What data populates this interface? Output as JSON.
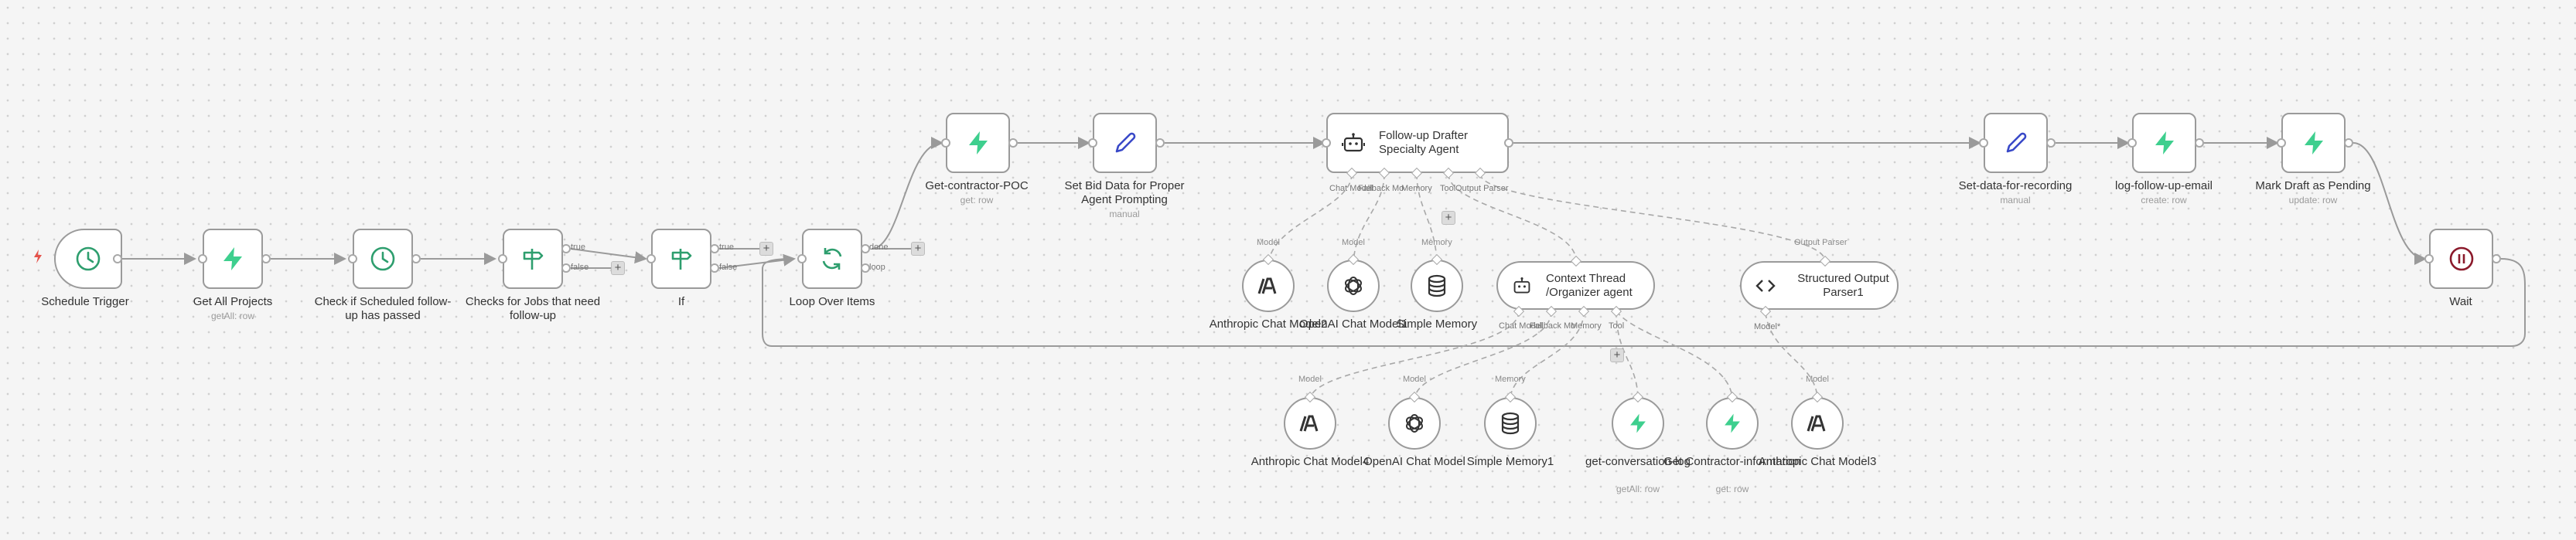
{
  "workflow": {
    "nodes": {
      "schedule_trigger": {
        "label": "Schedule Trigger"
      },
      "get_all_projects": {
        "label": "Get All Projects",
        "sub": "getAll: row"
      },
      "check_follow_up": {
        "label": "Check if Scheduled follow-up has passed"
      },
      "checks_for_jobs": {
        "label": "Checks for Jobs that need follow-up"
      },
      "if": {
        "label": "If"
      },
      "loop_over_items": {
        "label": "Loop Over Items"
      },
      "get_contractor_poc": {
        "label": "Get-contractor-POC",
        "sub": "get: row"
      },
      "set_bid_data": {
        "label": "Set Bid Data for Proper Agent Prompting",
        "sub": "manual"
      },
      "follow_up_drafter": {
        "label": "Follow-up Drafter Specialty Agent"
      },
      "set_data_for_recording": {
        "label": "Set-data-for-recording",
        "sub": "manual"
      },
      "log_follow_up_email": {
        "label": "log-follow-up-email",
        "sub": "create: row"
      },
      "mark_draft_pending": {
        "label": "Mark Draft as Pending",
        "sub": "update: row"
      },
      "wait": {
        "label": "Wait"
      },
      "anthropic_chat_model2": {
        "label": "Anthropic Chat Model2"
      },
      "openai_chat_model1": {
        "label": "OpenAI Chat Model1"
      },
      "simple_memory": {
        "label": "Simple Memory"
      },
      "context_thread": {
        "label": "Context Thread /Organizer agent"
      },
      "structured_output_parser1": {
        "label": "Structured Output Parser1"
      },
      "anthropic_chat_model4": {
        "label": "Anthropic Chat Model4"
      },
      "openai_chat_model": {
        "label": "OpenAI Chat Model"
      },
      "simple_memory1": {
        "label": "Simple Memory1"
      },
      "get_conversation_log": {
        "label": "get-conversation-log",
        "sub": "getAll: row"
      },
      "get_contractor_information": {
        "label": "Get Contractor-information",
        "sub": "get: row"
      },
      "anthropic_chat_model3": {
        "label": "Anthropic Chat Model3"
      }
    },
    "branch_labels": {
      "true": "true",
      "false": "false",
      "done": "done",
      "loop": "loop"
    },
    "agent_ports": {
      "chat_model": "Chat Model",
      "fallback_model": "Fallback Model",
      "memory": "Memory",
      "tool": "Tool",
      "output_parser": "Output Parser"
    },
    "connection_labels": {
      "model": "Model",
      "memory": "Memory",
      "output_parser": "Output Parser",
      "model_required": "Model*"
    },
    "colors": {
      "accent_green": "#3ecf8e",
      "clock_green": "#2e9e6e",
      "pen_blue": "#3949c8",
      "wait_maroon": "#8b1a2b",
      "trigger_red": "#e5534b",
      "edge_gray": "#9a9a9a"
    },
    "icons": {
      "trigger": "bolt-icon",
      "supabase": "supabase-bolt-icon",
      "schedule": "clock-icon",
      "filter": "signpost-icon",
      "loop": "refresh-icon",
      "set": "pen-icon",
      "agent": "robot-icon",
      "anthropic": "anthropic-icon",
      "openai": "openai-icon",
      "memory": "database-icon",
      "parser": "code-brackets-icon",
      "wait": "pause-icon"
    },
    "plus_symbol": "+"
  }
}
